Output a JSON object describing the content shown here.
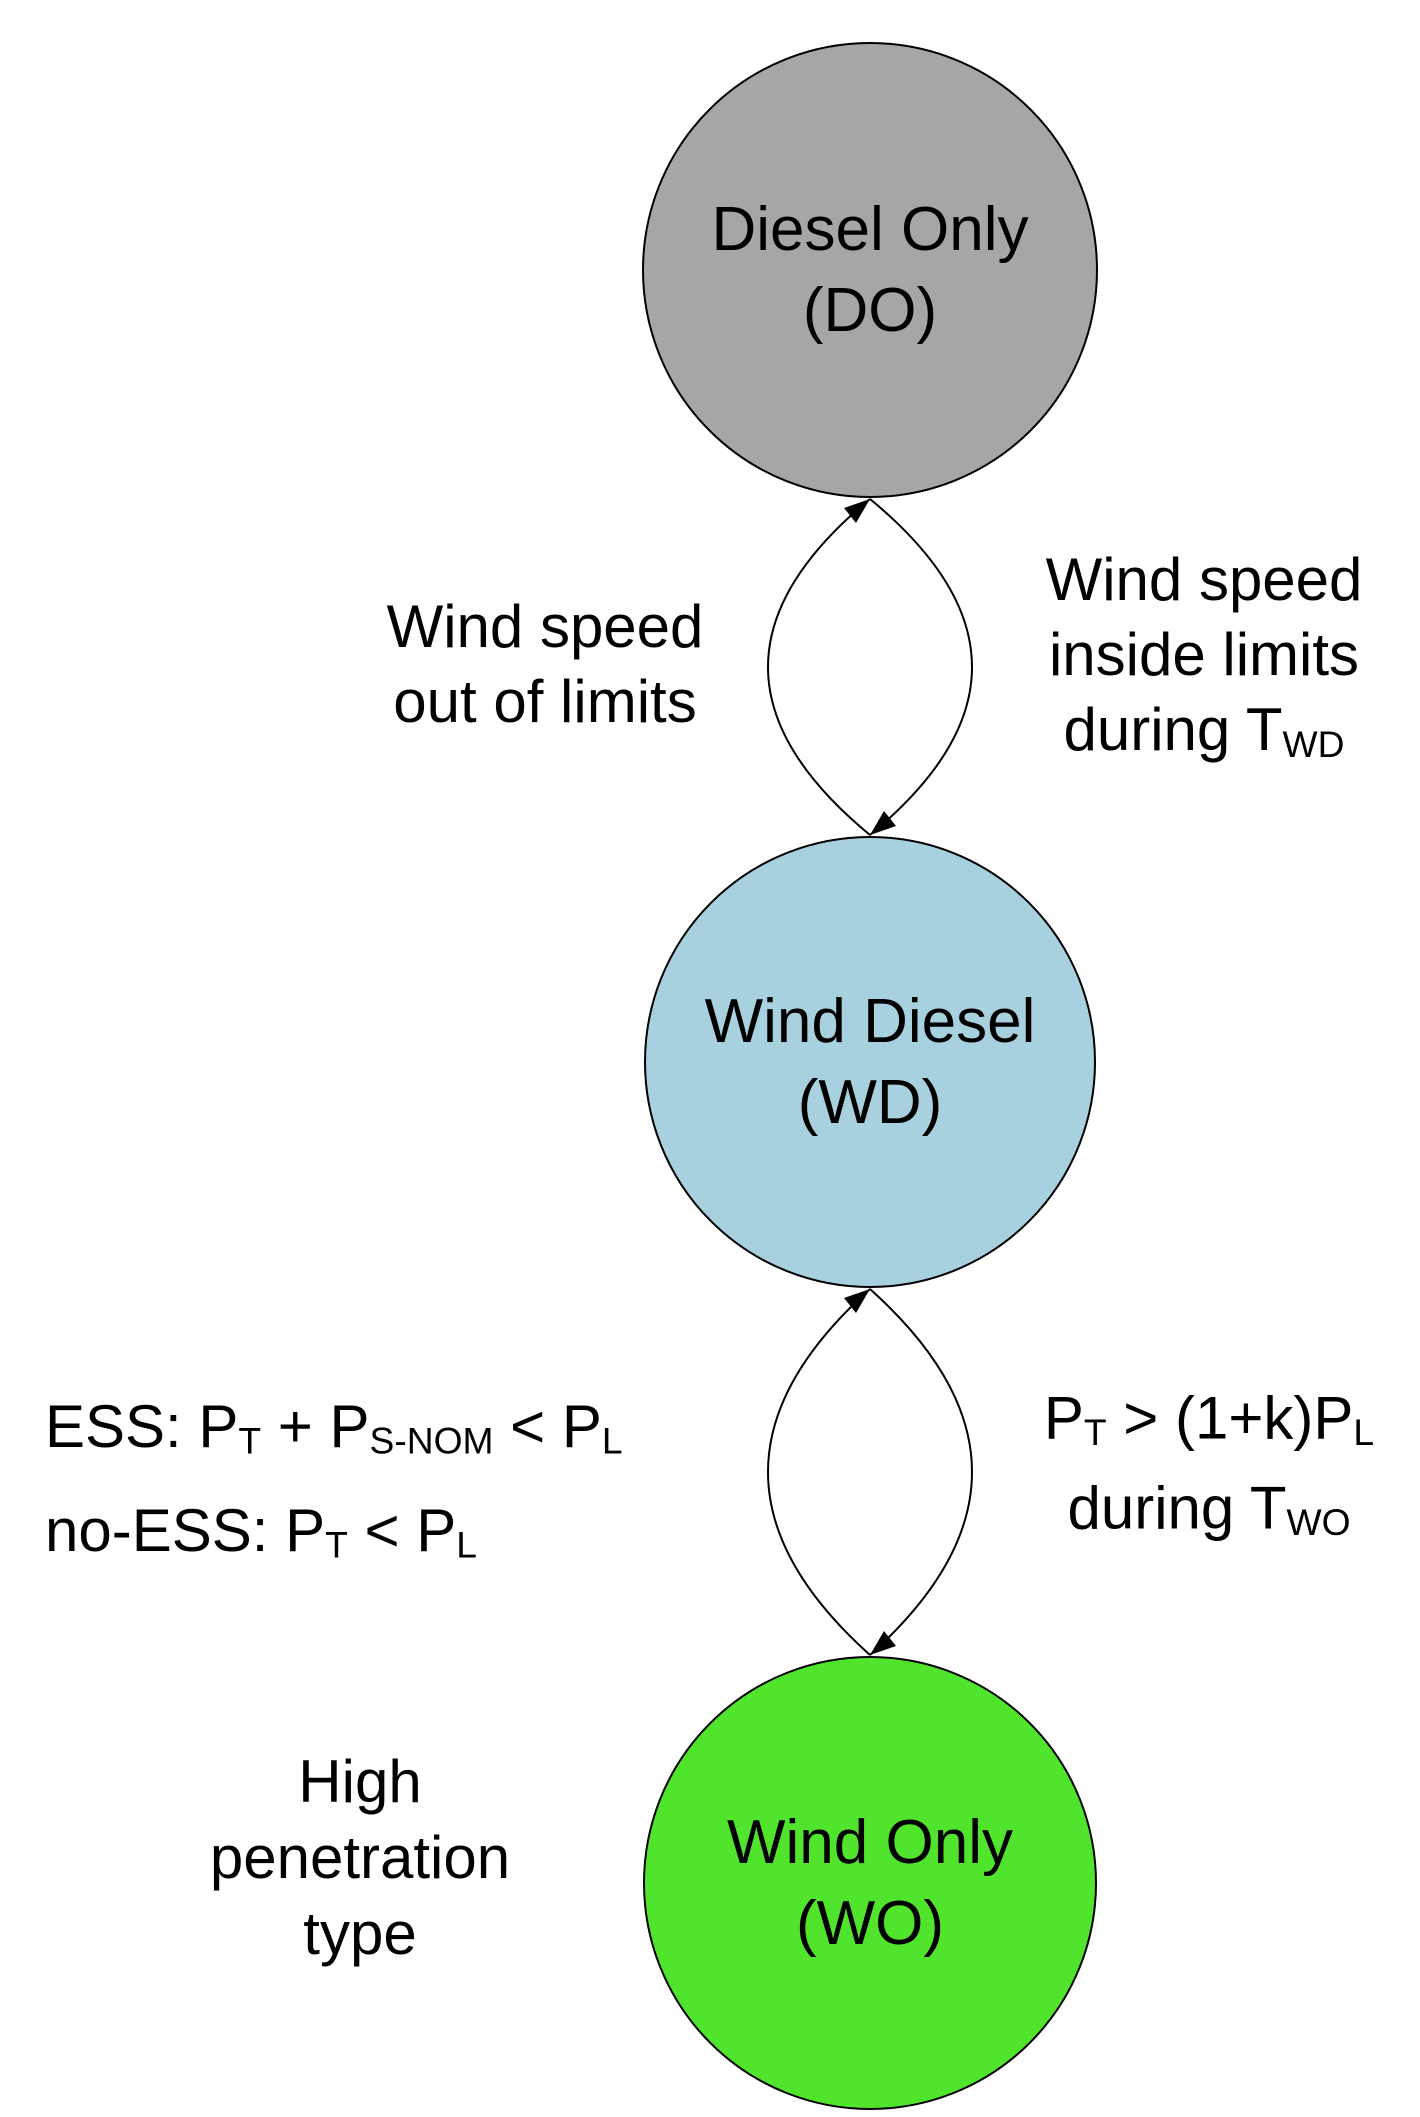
{
  "states": {
    "do": {
      "name": "Diesel Only",
      "abbr": "(DO)"
    },
    "wd": {
      "name": "Wind Diesel",
      "abbr": "(WD)"
    },
    "wo": {
      "name": "Wind Only",
      "abbr": "(WO)"
    }
  },
  "colors": {
    "do_fill": "#a6a6a6",
    "wd_fill": "#a7d1df",
    "wo_fill": "#50e42d",
    "stroke": "#000000"
  },
  "edges": {
    "wd_to_do": {
      "line1": "Wind speed",
      "line2": "out of limits"
    },
    "do_to_wd": {
      "line1": "Wind speed",
      "line2": "inside limits",
      "line3_text": "during T",
      "line3_sub": "WD"
    },
    "wo_to_wd": {
      "ess_p1": "ESS: P",
      "ess_s1": "T",
      "ess_p2": " + P",
      "ess_s2": "S-NOM",
      "ess_p3": " < P",
      "ess_s3": "L",
      "noess_p1": "no-ESS: P",
      "noess_s1": "T",
      "noess_p2": " < P",
      "noess_s2": "L"
    },
    "wd_to_wo": {
      "l1_p1": "P",
      "l1_s1": "T",
      "l1_p2": " > (1+k)P",
      "l1_s2": "L",
      "l2_text": "during T",
      "l2_sub": "WO"
    }
  },
  "note": {
    "line1": "High",
    "line2": "penetration",
    "line3": "type"
  }
}
